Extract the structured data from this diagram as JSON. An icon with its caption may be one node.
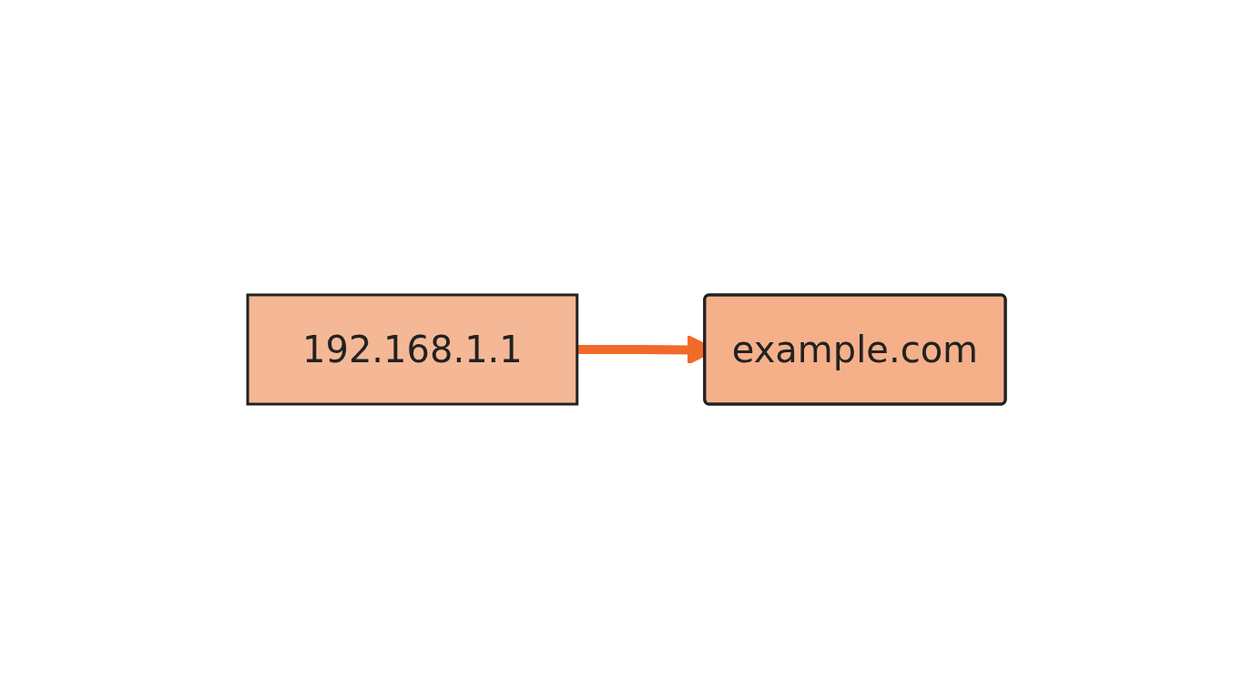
{
  "diagram": {
    "nodes": [
      {
        "text": [
          "192.168.1.1"
        ]
      },
      {
        "text": [
          "example.com"
        ]
      }
    ],
    "edges": [
      {
        "from": 0,
        "to": 1,
        "arrow": "to"
      }
    ]
  }
}
